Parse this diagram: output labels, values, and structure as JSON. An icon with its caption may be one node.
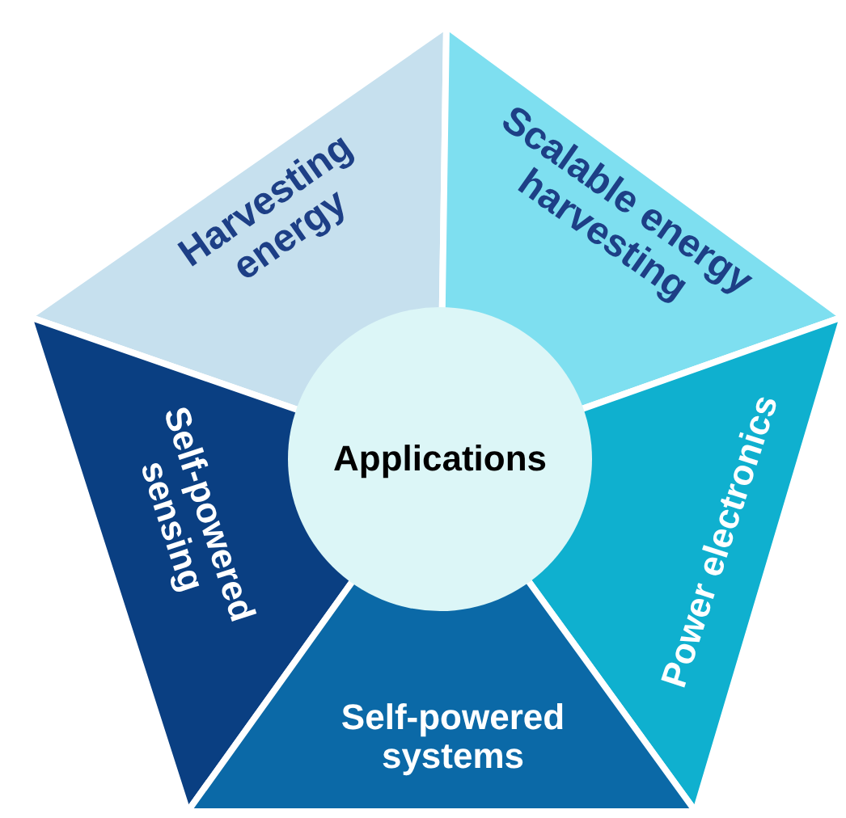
{
  "diagram": {
    "nodes": [
      {
        "text": [
          "Harvesting energy"
        ]
      },
      {
        "text": [
          "Scalable energy harvesting"
        ]
      },
      {
        "text": [
          "Self-powered sensing"
        ]
      },
      {
        "text": [
          "Applications"
        ]
      },
      {
        "text": [
          "Power electronics"
        ]
      },
      {
        "text": [
          "Self-powered systems"
        ]
      }
    ]
  }
}
